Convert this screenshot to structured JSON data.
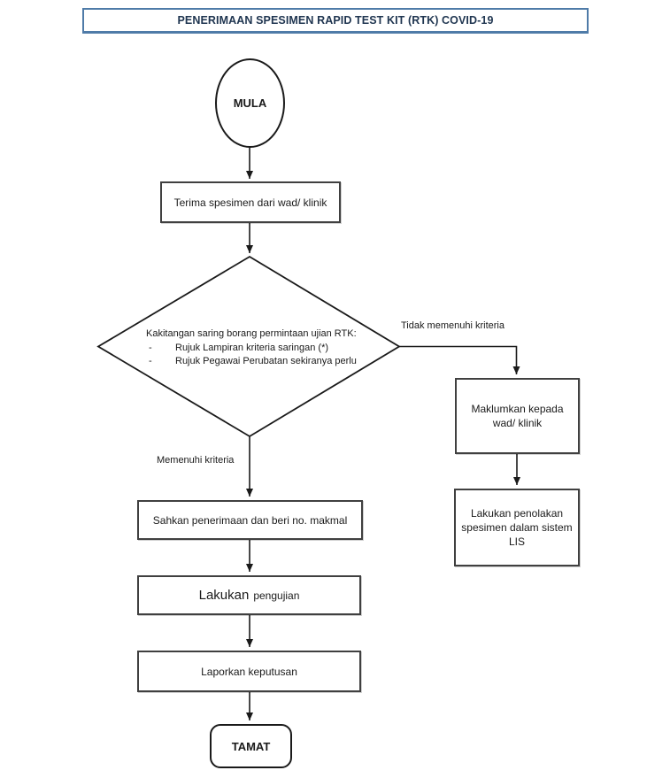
{
  "colors": {
    "line": "#1a1a1a",
    "box_border": "#404040",
    "title_border": "#4f7ba8",
    "title_text": "#1f3550",
    "text": "#1a1a1a"
  },
  "header": {
    "title": "PENERIMAAN SPESIMEN RAPID TEST KIT (RTK) COVID-19"
  },
  "flow": {
    "start_label": "MULA",
    "receive": "Terima spesimen dari wad/ klinik",
    "decision": {
      "heading": "Kakitangan saring borang permintaan ujian RTK:",
      "bullets": [
        {
          "dash": "-",
          "text": "Rujuk Lampiran kriteria saringan (*)"
        },
        {
          "dash": "-",
          "text": "Rujuk Pegawai Perubatan sekiranya perlu"
        }
      ]
    },
    "branch_no": "Tidak memenuhi kriteria",
    "branch_yes": "Memenuhi kriteria",
    "notify": {
      "line1": "Maklumkan kepada",
      "line2": "wad/ klinik"
    },
    "reject": {
      "line1": "Lakukan penolakan",
      "line2": "spesimen dalam sistem",
      "line3": "LIS"
    },
    "confirm": "Sahkan penerimaan dan beri no. makmal",
    "test": {
      "word1": "Lakukan",
      "word2": "pengujian"
    },
    "report": "Laporkan keputusan",
    "end_label": "TAMAT"
  }
}
